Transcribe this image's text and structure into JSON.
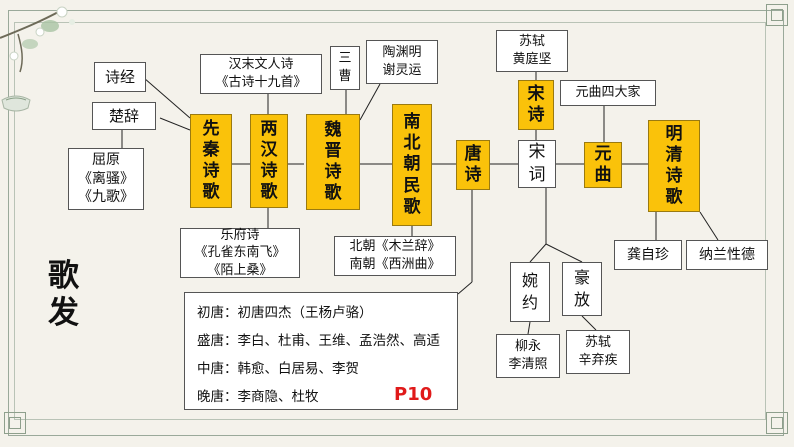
{
  "title": "歌\n发",
  "page_ref": "P10",
  "nodes": {
    "shijing": "诗经",
    "chuci": "楚辞",
    "quyuan": "屈原\n《离骚》\n《九歌》",
    "xianqin": "先\n秦\n诗\n歌",
    "hanmo": "汉末文人诗\n《古诗十九首》",
    "lianghan": "两\n汉\n诗\n歌",
    "yuefu": "乐府诗\n《孔雀东南飞》\n《陌上桑》",
    "sancao": "三\n曹",
    "taoxie": "陶渊明\n谢灵运",
    "weijin": "魏\n晋\n诗\n歌",
    "nanbeichao": "南\n北\n朝\n民\n歌",
    "beinan": "北朝《木兰辞》\n南朝《西洲曲》",
    "tangshi": "唐\n诗",
    "suhuang": "苏轼\n黄庭坚",
    "songshi": "宋\n诗",
    "songci": "宋\n词",
    "wanyue": "婉\n约",
    "haofang": "豪\n放",
    "liuli": "柳永\n李清照",
    "suxin": "苏轼\n辛弃疾",
    "yuanqu4": "元曲四大家",
    "yuanqu": "元\n曲",
    "mingqing": "明\n清\n诗\n歌",
    "gongzizhen": "龚自珍",
    "nalan": "纳兰性德"
  },
  "tang_periods": [
    {
      "period": "初唐：",
      "poets": "初唐四杰（王杨卢骆）"
    },
    {
      "period": "盛唐：",
      "poets": "李白、杜甫、王维、孟浩然、高适"
    },
    {
      "period": "中唐：",
      "poets": "韩愈、白居易、李贺"
    },
    {
      "period": "晚唐：",
      "poets": "李商隐、杜牧"
    }
  ],
  "colors": {
    "main_node": "#fac20a",
    "border": "#9aa99a",
    "page_ref": "#e01a1a"
  }
}
